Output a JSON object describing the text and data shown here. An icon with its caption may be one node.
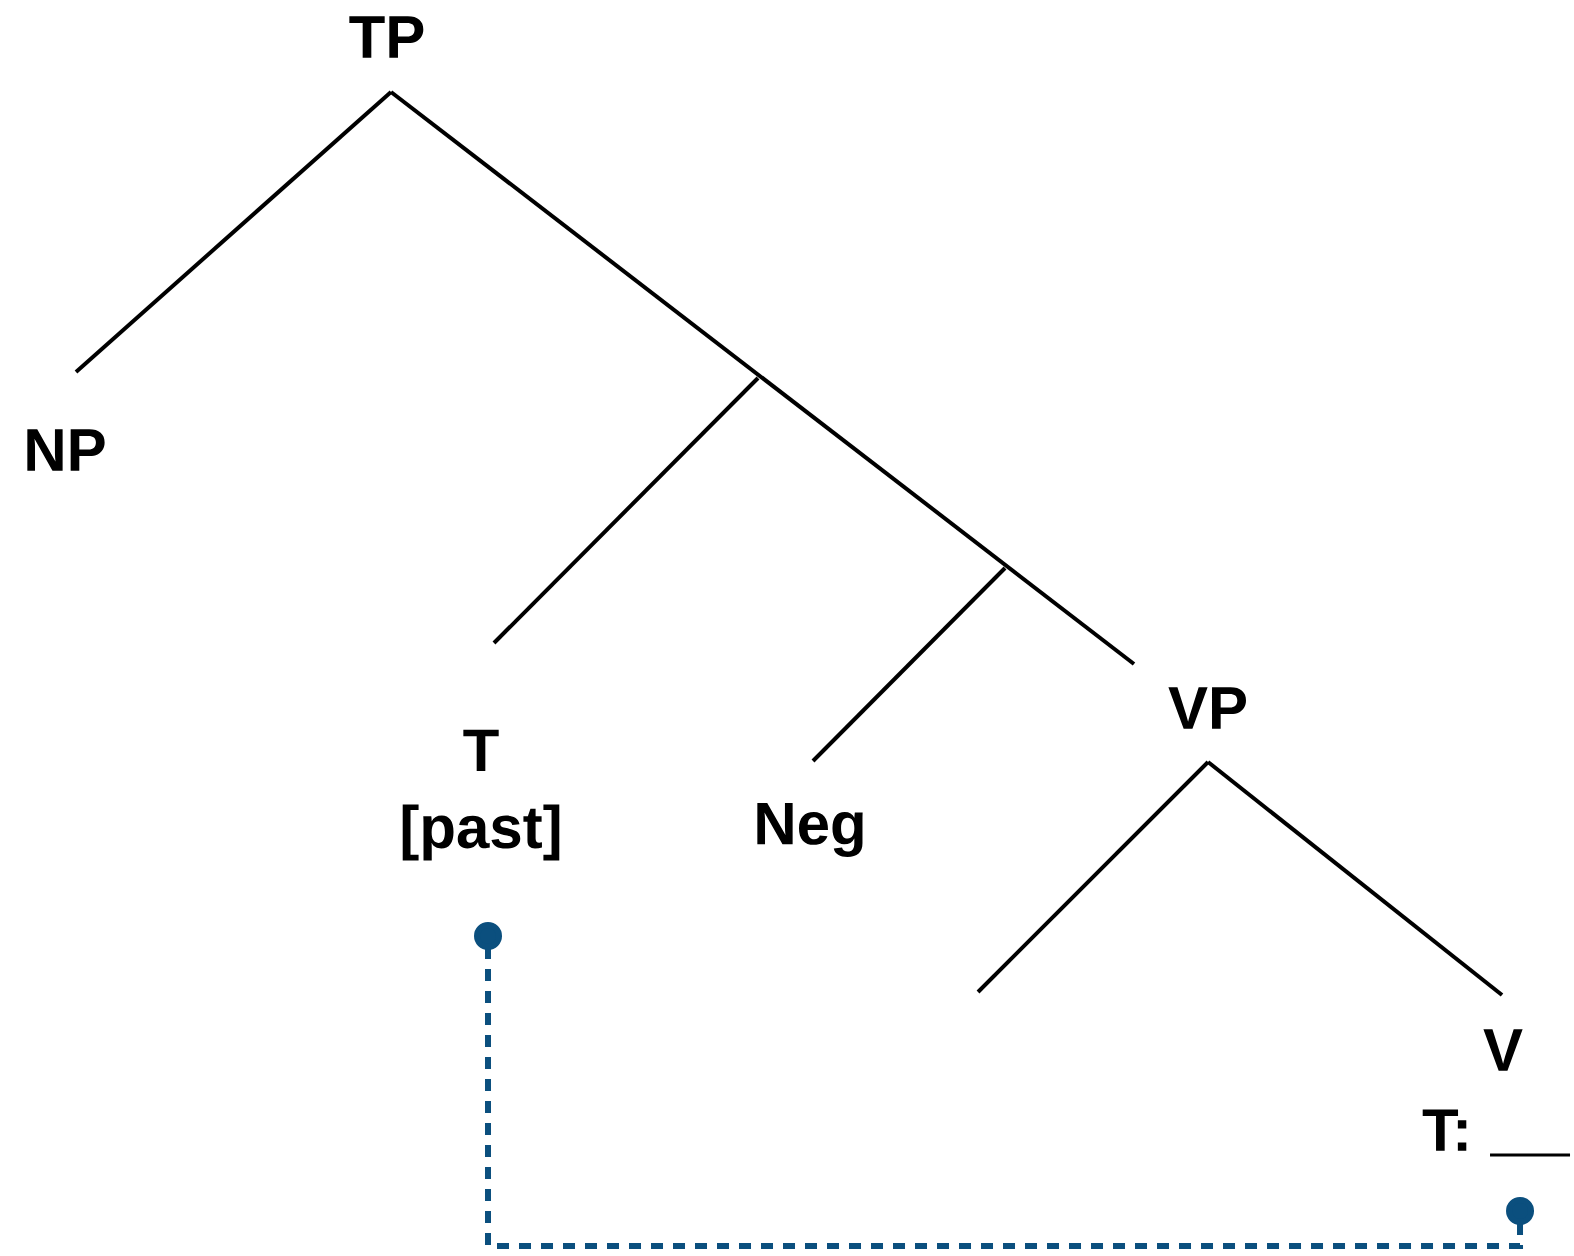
{
  "diagram": {
    "nodes": [
      {
        "text": [
          "TP"
        ]
      },
      {
        "text": [
          "NP"
        ]
      },
      {
        "text": [
          "T",
          "[past]"
        ]
      },
      {
        "text": [
          "Neg"
        ]
      },
      {
        "text": [
          "VP"
        ]
      },
      {
        "text": [
          "V"
        ],
        "beside": [
          "T:"
        ]
      }
    ],
    "edges": [
      {
        "from": 0,
        "to": 1,
        "arrow": "none"
      },
      {
        "from": 0,
        "to": 4,
        "arrow": "none"
      },
      {
        "from": null,
        "to": 2,
        "arrow": "none"
      },
      {
        "from": null,
        "to": 3,
        "arrow": "none"
      },
      {
        "from": 4,
        "to": null,
        "arrow": "none"
      },
      {
        "from": 4,
        "to": 5,
        "arrow": "none"
      },
      {
        "from": 2,
        "to": 5,
        "arrow": "other",
        "style": "dashed",
        "color": "#0b4f7e"
      }
    ]
  }
}
